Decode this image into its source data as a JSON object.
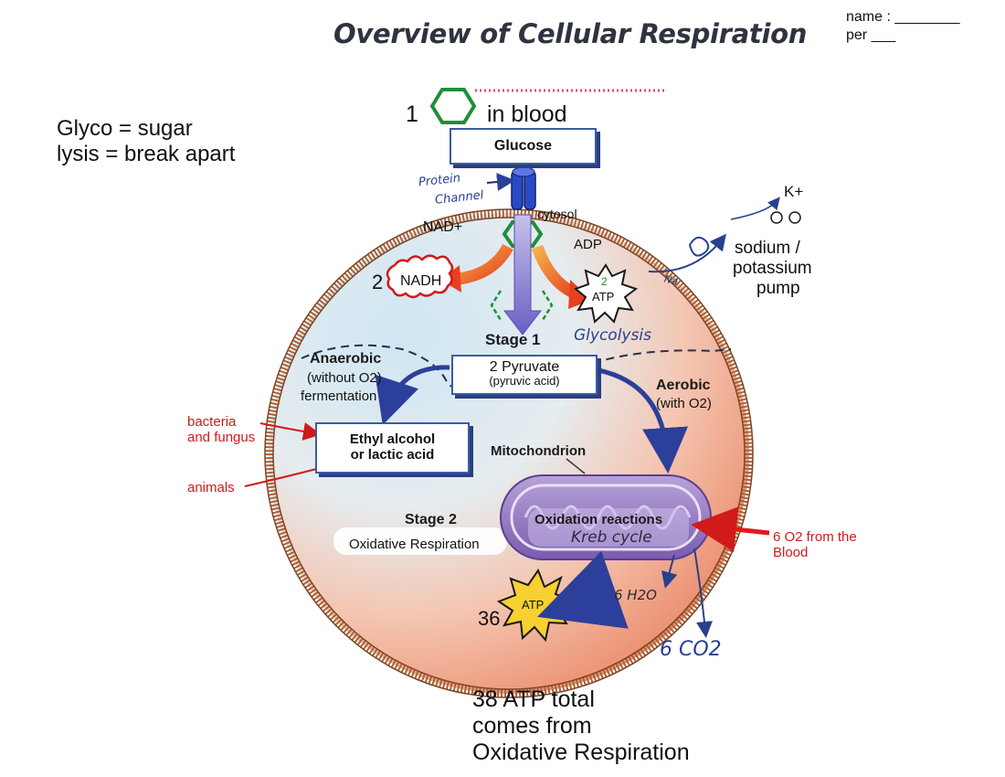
{
  "title": "Overview of Cellular Respiration",
  "name_line": "name : ________",
  "per_line": "per ___",
  "definitions": [
    "Glyco = sugar",
    "lysis = break apart"
  ],
  "top": {
    "count": "1",
    "in_blood": "in blood"
  },
  "boxes": {
    "glucose": "Glucose",
    "pyruvate_main": "2 Pyruvate",
    "pyruvate_sub": "(pyruvic acid)",
    "ethyl_line1": "Ethyl alcohol",
    "ethyl_line2": "or lactic acid"
  },
  "labels": {
    "protein_channel_1": "Protein",
    "protein_channel_2": "Channel",
    "cytosol": "cytosol",
    "nad": "NAD+",
    "adp": "ADP",
    "nadh_count": "2",
    "nadh": "NADH",
    "atp_small_count": "2",
    "atp": "ATP",
    "glycolysis": "Glycolysis",
    "stage1": "Stage 1",
    "anaerobic_title": "Anaerobic",
    "anaerobic_sub": "(without O2)",
    "fermentation": "fermentation",
    "aerobic_title": "Aerobic",
    "aerobic_sub": "(with O2)",
    "mitochondrion": "Mitochondrion",
    "oxidation": "Oxidation reactions",
    "kreb": "Kreb cycle",
    "stage2": "Stage 2",
    "oxidative": "Oxidative Respiration",
    "atp36_count": "36",
    "water": "6 H2O",
    "co2": "6 CO2",
    "k_plus": "K+",
    "na_note": "Na",
    "pump_line1": "sodium /",
    "pump_line2": "potassium",
    "pump_line3": "pump"
  },
  "red_notes": {
    "bacteria_1": "bacteria",
    "bacteria_2": "and fungus",
    "animals": "animals",
    "o2_1": "6 O2 from the",
    "o2_2": "Blood"
  },
  "summary": [
    "38 ATP total",
    "comes from",
    "Oxidative Respiration"
  ],
  "colors": {
    "box_border": "#3b5ba9",
    "cell_membrane": "#b06a3a",
    "hexagon": "#1f8f3a",
    "red_ink": "#d11a1a",
    "blue_ink": "#27408f",
    "mitochondrion": "#8a6db8"
  }
}
